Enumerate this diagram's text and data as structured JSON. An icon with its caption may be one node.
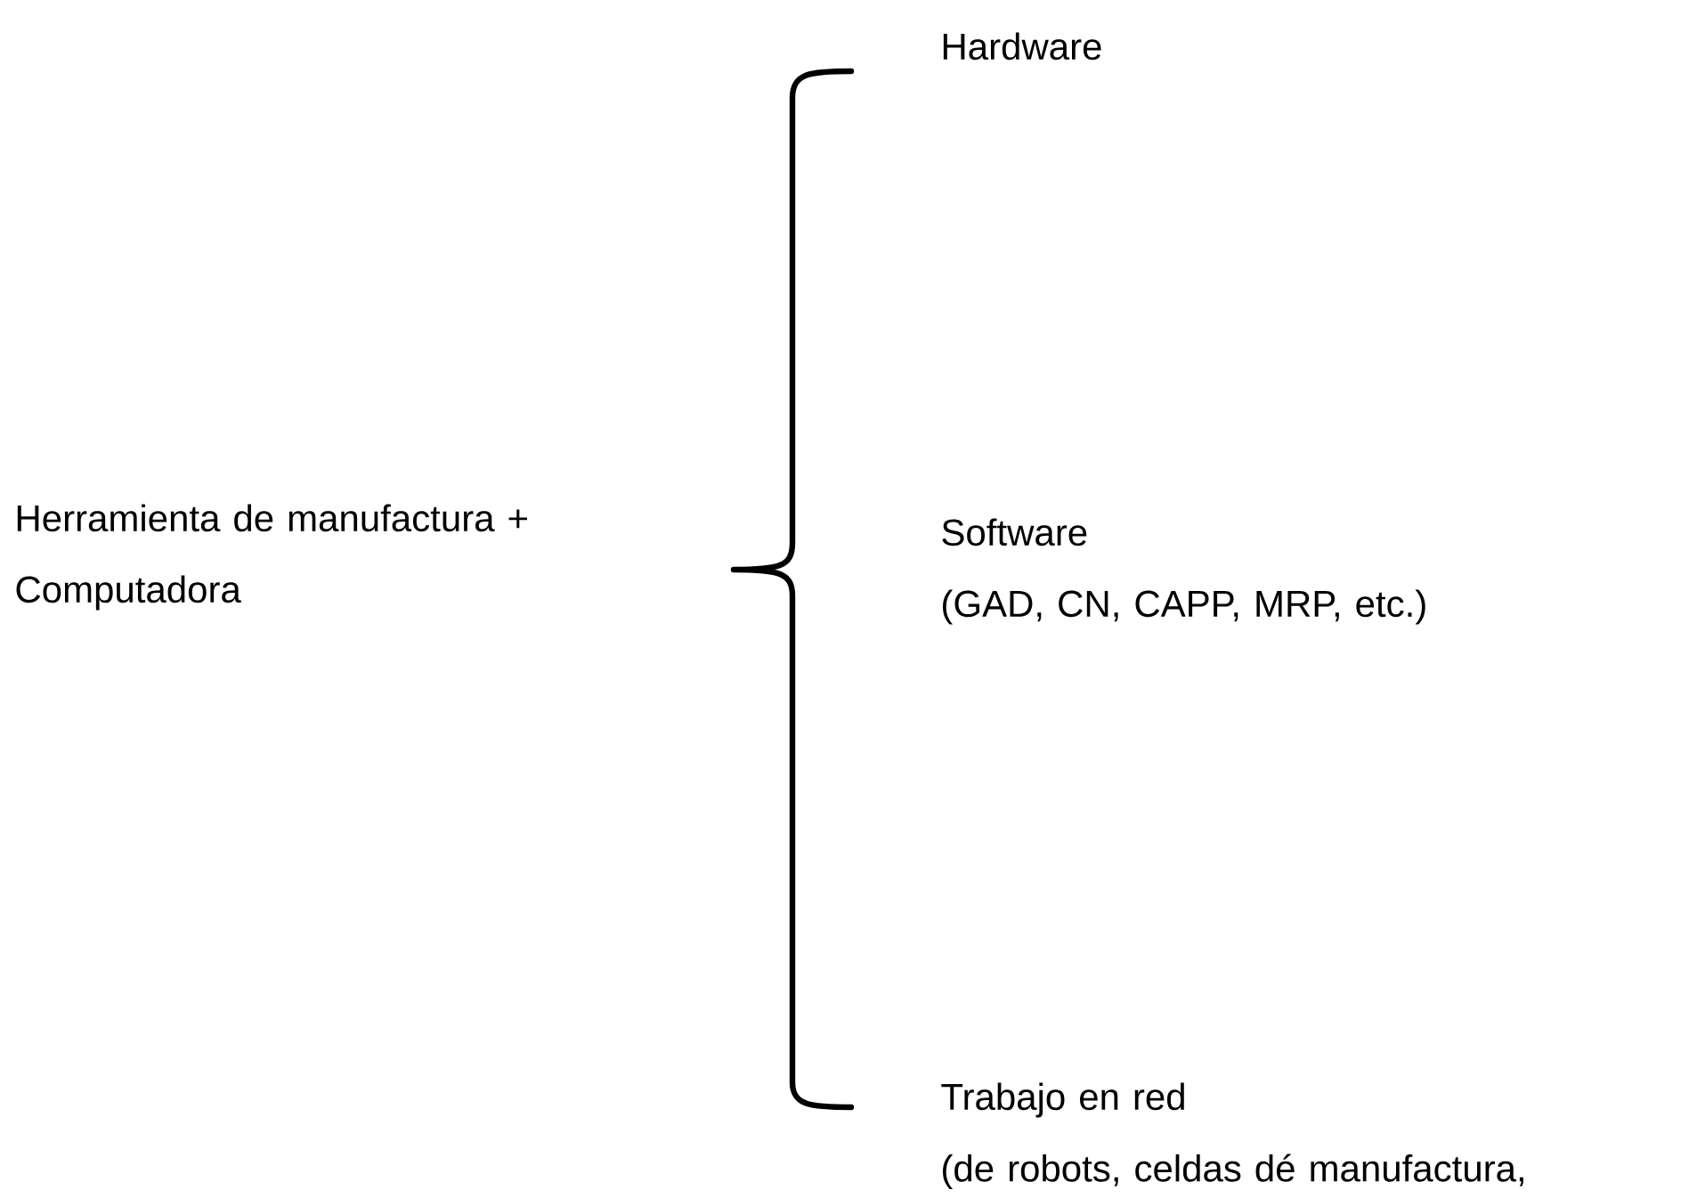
{
  "diagram": {
    "labels": [
      "Hardware",
      "Herramienta de manufactura + Computadora",
      "Software",
      "(GAD, CN, CAPP, MRP, etc.)",
      "Trabajo en red",
      "(de robots, celdas dé manufactura,"
    ]
  }
}
